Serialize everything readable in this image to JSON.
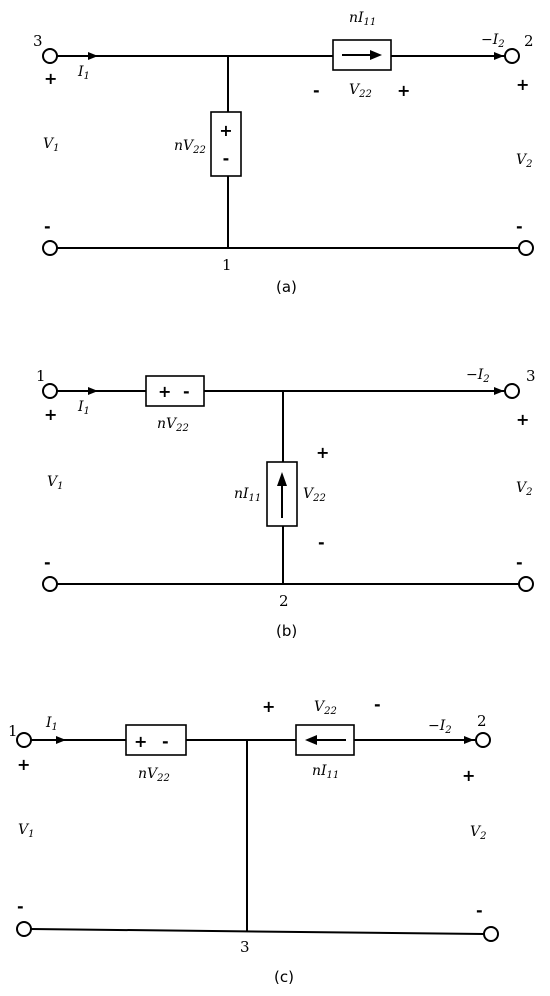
{
  "panels": {
    "a": {
      "caption": "(a)",
      "node_left": "3",
      "node_right": "2",
      "node_bottom": "1",
      "current_in": "I",
      "current_in_sub": "1",
      "current_out": "−I",
      "current_out_sub": "2",
      "v_left": "V",
      "v_left_sub": "1",
      "v_right": "V",
      "v_right_sub": "2",
      "src_label": "nI",
      "src_label_sub": "11",
      "src_volt": "V",
      "src_volt_sub": "22",
      "vsrc_label": "nV",
      "vsrc_label_sub": "22",
      "plus": "+",
      "minus": "-"
    },
    "b": {
      "caption": "(b)",
      "node_left": "1",
      "node_right": "3",
      "node_bottom": "2",
      "current_in": "I",
      "current_in_sub": "1",
      "current_out": "−I",
      "current_out_sub": "2",
      "v_left": "V",
      "v_left_sub": "1",
      "v_right": "V",
      "v_right_sub": "2",
      "src_label": "nI",
      "src_label_sub": "11",
      "src_volt": "V",
      "src_volt_sub": "22",
      "vsrc_label": "nV",
      "vsrc_label_sub": "22",
      "plus": "+",
      "minus": "-"
    },
    "c": {
      "caption": "(c)",
      "node_left": "1",
      "node_right": "2",
      "node_bottom": "3",
      "current_in": "I",
      "current_in_sub": "1",
      "current_out": "−I",
      "current_out_sub": "2",
      "v_left": "V",
      "v_left_sub": "1",
      "v_right": "V",
      "v_right_sub": "2",
      "src_label": "nI",
      "src_label_sub": "11",
      "src_volt": "V",
      "src_volt_sub": "22",
      "vsrc_label": "nV",
      "vsrc_label_sub": "22",
      "plus": "+",
      "minus": "-"
    }
  }
}
